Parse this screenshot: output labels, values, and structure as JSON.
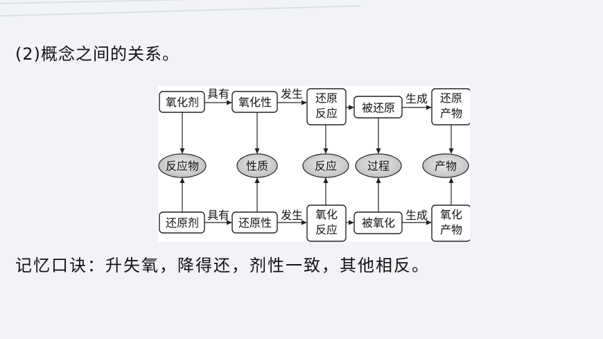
{
  "heading": "(2)概念之间的关系。",
  "diagram": {
    "top_row": {
      "oxidant": "氧化剂",
      "edge1": "具有",
      "oxidizing_property": "氧化性",
      "edge2": "发生",
      "reduction_reaction": [
        "还原",
        "反应"
      ],
      "reduced": "被还原",
      "edge3": "生成",
      "reduction_product": [
        "还原",
        "产物"
      ]
    },
    "middle_row": {
      "reactant": "反应物",
      "property": "性质",
      "reaction": "反应",
      "process": "过程",
      "product": "产物"
    },
    "bottom_row": {
      "reductant": "还原剂",
      "edge1": "具有",
      "reducing_property": "还原性",
      "edge2": "发生",
      "oxidation_reaction": [
        "氧化",
        "反应"
      ],
      "oxidized": "被氧化",
      "edge3": "生成",
      "oxidation_product": [
        "氧化",
        "产物"
      ]
    }
  },
  "mnemonic": "记忆口诀：升失氧，降得还，剂性一致，其他相反。"
}
